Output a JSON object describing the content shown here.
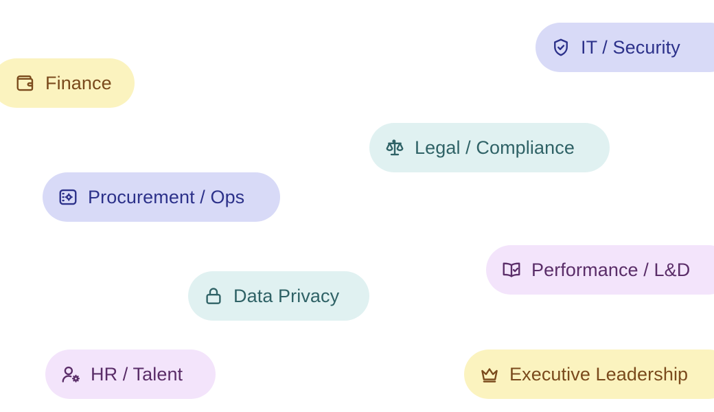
{
  "tags": {
    "finance": {
      "label": "Finance",
      "icon": "wallet-icon",
      "color": "#fbf3bf"
    },
    "it_security": {
      "label": "IT / Security",
      "icon": "shield-check-icon",
      "color": "#d8daf7"
    },
    "legal": {
      "label": "Legal / Compliance",
      "icon": "scale-icon",
      "color": "#e0f1f1"
    },
    "procurement": {
      "label": "Procurement / Ops",
      "icon": "settings-panel-icon",
      "color": "#d8daf7"
    },
    "performance": {
      "label": "Performance / L&D",
      "icon": "book-check-icon",
      "color": "#f3e4fb"
    },
    "privacy": {
      "label": "Data Privacy",
      "icon": "lock-icon",
      "color": "#e0f1f1"
    },
    "hr": {
      "label": "HR / Talent",
      "icon": "user-gear-icon",
      "color": "#f3e4fb"
    },
    "executive": {
      "label": "Executive Leadership",
      "icon": "crown-icon",
      "color": "#fbf3bf"
    }
  }
}
